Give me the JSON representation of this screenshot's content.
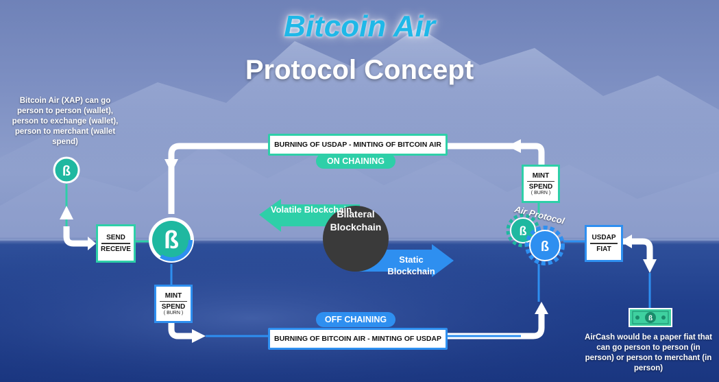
{
  "header": {
    "brand": "Bitcoin Air",
    "subtitle": "Protocol Concept"
  },
  "notes": {
    "left": "Bitcoin Air (XAP) can go person to person (wallet), person to exchange (wallet), person to merchant (wallet spend)",
    "right": "AirCash would be a paper fiat that can go person to person (in person) or person to merchant (in person)"
  },
  "on_chain": {
    "box": "BURNING OF USDAP - MINTING OF BITCOIN AIR",
    "pill": "ON CHAINING"
  },
  "off_chain": {
    "box": "BURNING OF BITCOIN AIR - MINTING OF USDAP",
    "pill": "OFF CHAINING"
  },
  "send_receive": {
    "top": "SEND",
    "bottom": "RECEIVE"
  },
  "mint_spend_top": {
    "top": "MINT",
    "bottom": "SPEND",
    "note": "( BURN )"
  },
  "mint_spend_bottom": {
    "top": "MINT",
    "bottom": "SPEND",
    "note": "( BURN )"
  },
  "usdap_fiat": {
    "top": "USDAP",
    "bottom": "FIAT"
  },
  "center": {
    "circle": "Bilateral Blockchain",
    "left_arrow": "Volatile Blockchain",
    "right_arrow": "Static Blockchain"
  },
  "gear_label": "Air Protocol",
  "colors": {
    "teal": "#2ecfa8",
    "blue": "#2e8ff0",
    "title_blue": "#1fb8e8",
    "circle": "#3a3a3a"
  },
  "icons": [
    "bitcoin-air-logo-icon",
    "gear-icon",
    "aircash-banknote-icon",
    "arrow-icon"
  ]
}
